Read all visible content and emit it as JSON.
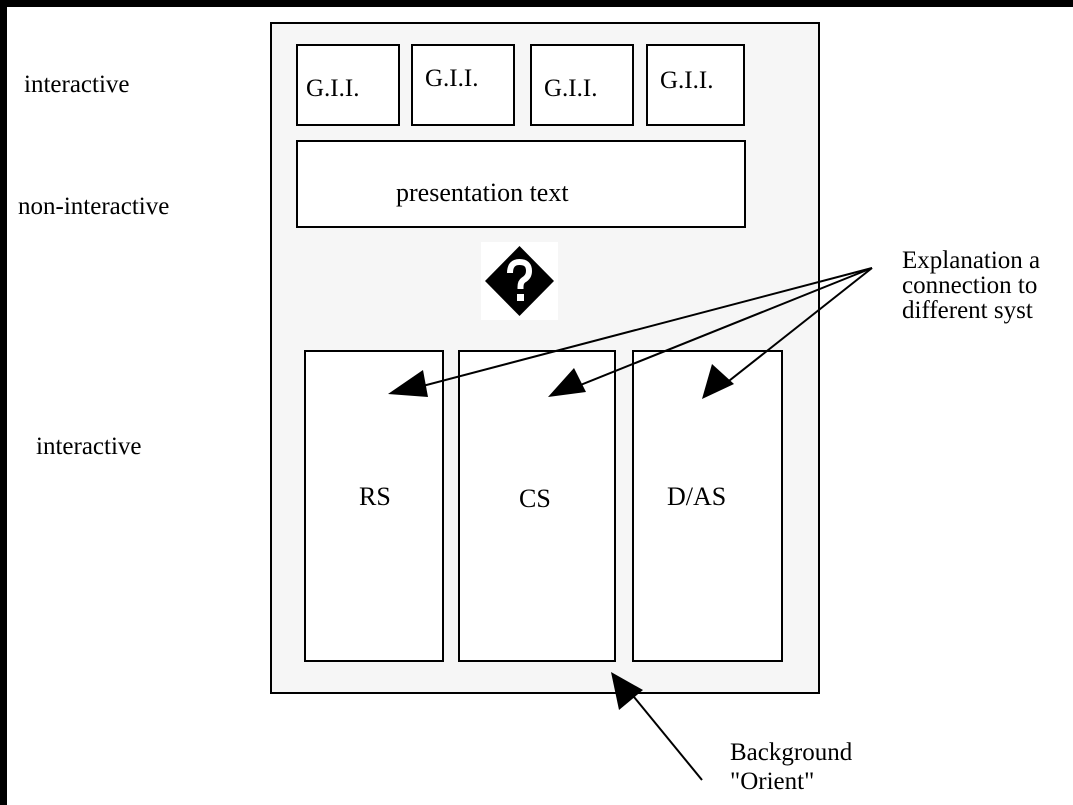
{
  "labels": {
    "interactive_top": "interactive",
    "non_interactive": "non-interactive",
    "interactive_bottom": "interactive"
  },
  "gii_buttons": [
    "G.I.I.",
    "G.I.I.",
    "G.I.I.",
    "G.I.I."
  ],
  "presentation_text": "presentation text",
  "help_icon_name": "question-diamond-icon",
  "columns": [
    {
      "label": "RS"
    },
    {
      "label": "CS"
    },
    {
      "label": "D/AS"
    }
  ],
  "annotations": {
    "explanation_lines": [
      "Explanation a",
      "connection to",
      "different syst"
    ],
    "background_lines": [
      "Background",
      "\"Orient\""
    ]
  },
  "colors": {
    "panel_background": "#f6f6f6",
    "box_background": "#ffffff",
    "ink": "#000000"
  }
}
